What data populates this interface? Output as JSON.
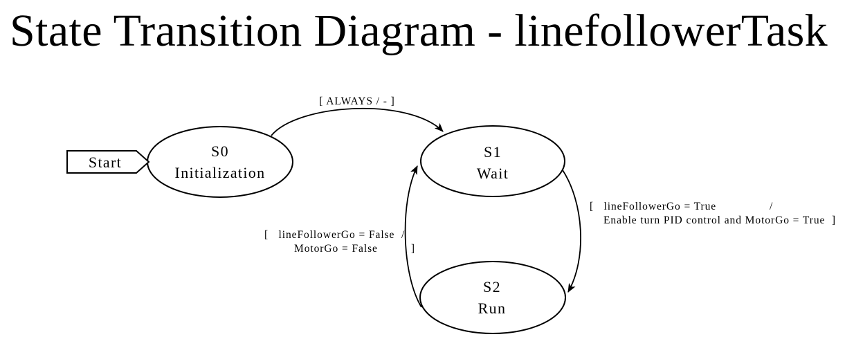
{
  "title": "State Transition Diagram - linefollowerTask",
  "colors": {
    "ink": "#000000",
    "background": "#ffffff"
  },
  "start_marker": {
    "label": "Start"
  },
  "states": [
    {
      "name": "S0",
      "caption": "Initialization"
    },
    {
      "name": "S1",
      "caption": "Wait"
    },
    {
      "name": "S2",
      "caption": "Run"
    }
  ],
  "transitions": [
    {
      "from": "S0",
      "to": "S1",
      "label": "[ ALWAYS / - ]"
    },
    {
      "from": "S1",
      "to": "S2",
      "label_line1": "[   lineFollowerGo = True                /",
      "label_line2": "Enable turn PID control and MotorGo = True  ]"
    },
    {
      "from": "S2",
      "to": "S1",
      "label_line1": "[   lineFollowerGo = False  /",
      "label_line2": "MotorGo = False          ]"
    }
  ]
}
